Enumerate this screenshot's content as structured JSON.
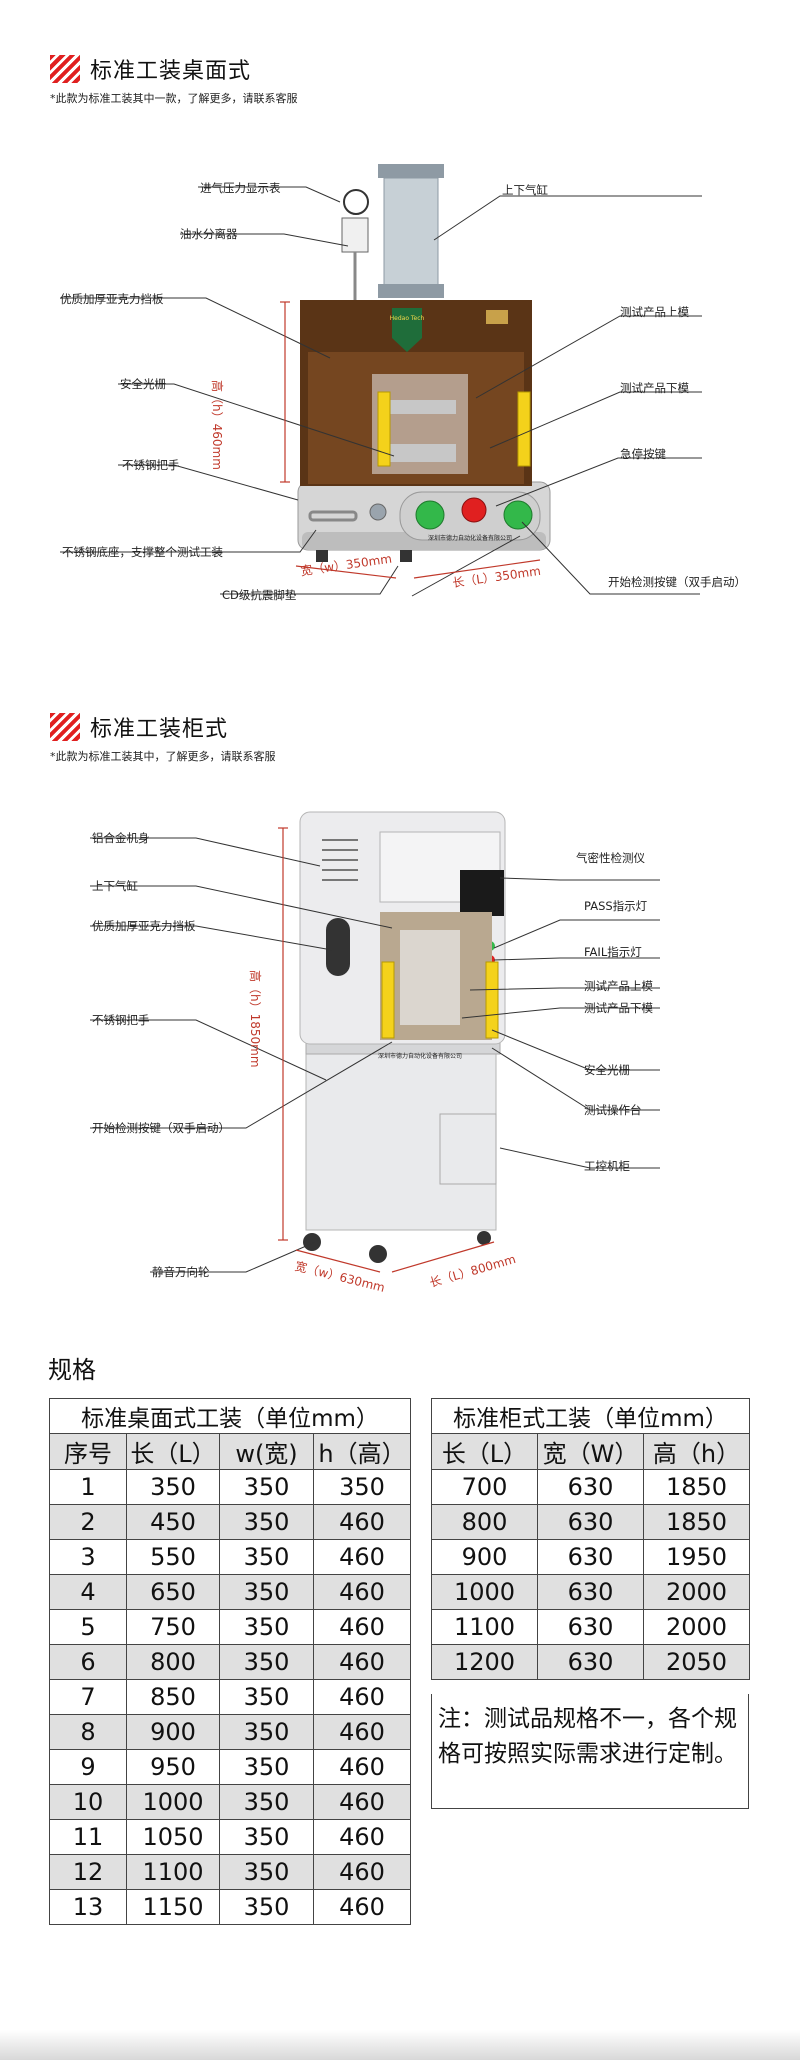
{
  "desktop": {
    "title": "标准工装桌面式",
    "note": "*此款为标准工装其中一款，了解更多，请联系客服",
    "badge": "Hedao Tech",
    "nameplate": "深圳市德力自动化设备有限公司",
    "labels": {
      "pressure_gauge": "进气压力显示表",
      "oil_separator": "油水分离器",
      "acrylic_panel": "优质加厚亚克力挡板",
      "light_curtain": "安全光栅",
      "handle": "不锈钢把手",
      "base": "不锈钢底座，支撑整个测试工装",
      "feet": "CD级抗震脚垫",
      "cylinder": "上下气缸",
      "upper_mold": "测试产品上模",
      "lower_mold": "测试产品下模",
      "estop": "急停按键",
      "start_button": "开始检测按键（双手启动）"
    },
    "dims": {
      "height": "高（h）460mm",
      "width": "宽（w）350mm",
      "length": "长（L）350mm"
    }
  },
  "cabinet": {
    "title": "标准工装柜式",
    "note": "*此款为标准工装其中，了解更多，请联系客服",
    "nameplate": "深圳市德力自动化设备有限公司",
    "labels": {
      "body": "铝合金机身",
      "cylinder": "上下气缸",
      "acrylic_panel": "优质加厚亚克力挡板",
      "handle": "不锈钢把手",
      "start_button": "开始检测按键（双手启动）",
      "casters": "静音万向轮",
      "leak_tester": "气密性检测仪",
      "pass_light": "PASS指示灯",
      "fail_light": "FAIL指示灯",
      "upper_mold": "测试产品上模",
      "lower_mold": "测试产品下模",
      "light_curtain": "安全光栅",
      "operation_table": "测试操作台",
      "control_cabinet": "工控机柜"
    },
    "dims": {
      "height": "高（h）1850mm",
      "width": "宽（w）630mm",
      "length": "长（L）800mm"
    }
  },
  "specs": {
    "title": "规格",
    "desktop_table": {
      "caption": "标准桌面式工装（单位mm）",
      "headers": [
        "序号",
        "长（L）",
        "w(宽)",
        "h（高）"
      ],
      "rows": [
        [
          "1",
          "350",
          "350",
          "350"
        ],
        [
          "2",
          "450",
          "350",
          "460"
        ],
        [
          "3",
          "550",
          "350",
          "460"
        ],
        [
          "4",
          "650",
          "350",
          "460"
        ],
        [
          "5",
          "750",
          "350",
          "460"
        ],
        [
          "6",
          "800",
          "350",
          "460"
        ],
        [
          "7",
          "850",
          "350",
          "460"
        ],
        [
          "8",
          "900",
          "350",
          "460"
        ],
        [
          "9",
          "950",
          "350",
          "460"
        ],
        [
          "10",
          "1000",
          "350",
          "460"
        ],
        [
          "11",
          "1050",
          "350",
          "460"
        ],
        [
          "12",
          "1100",
          "350",
          "460"
        ],
        [
          "13",
          "1150",
          "350",
          "460"
        ]
      ]
    },
    "cabinet_table": {
      "caption": "标准柜式工装（单位mm）",
      "headers": [
        "长（L）",
        "宽（W）",
        "高（h）"
      ],
      "rows": [
        [
          "700",
          "630",
          "1850"
        ],
        [
          "800",
          "630",
          "1850"
        ],
        [
          "900",
          "630",
          "1950"
        ],
        [
          "1000",
          "630",
          "2000"
        ],
        [
          "1100",
          "630",
          "2000"
        ],
        [
          "1200",
          "630",
          "2050"
        ]
      ]
    },
    "note": "注：测试品规格不一，各个规格可按照实际需求进行定制。"
  }
}
